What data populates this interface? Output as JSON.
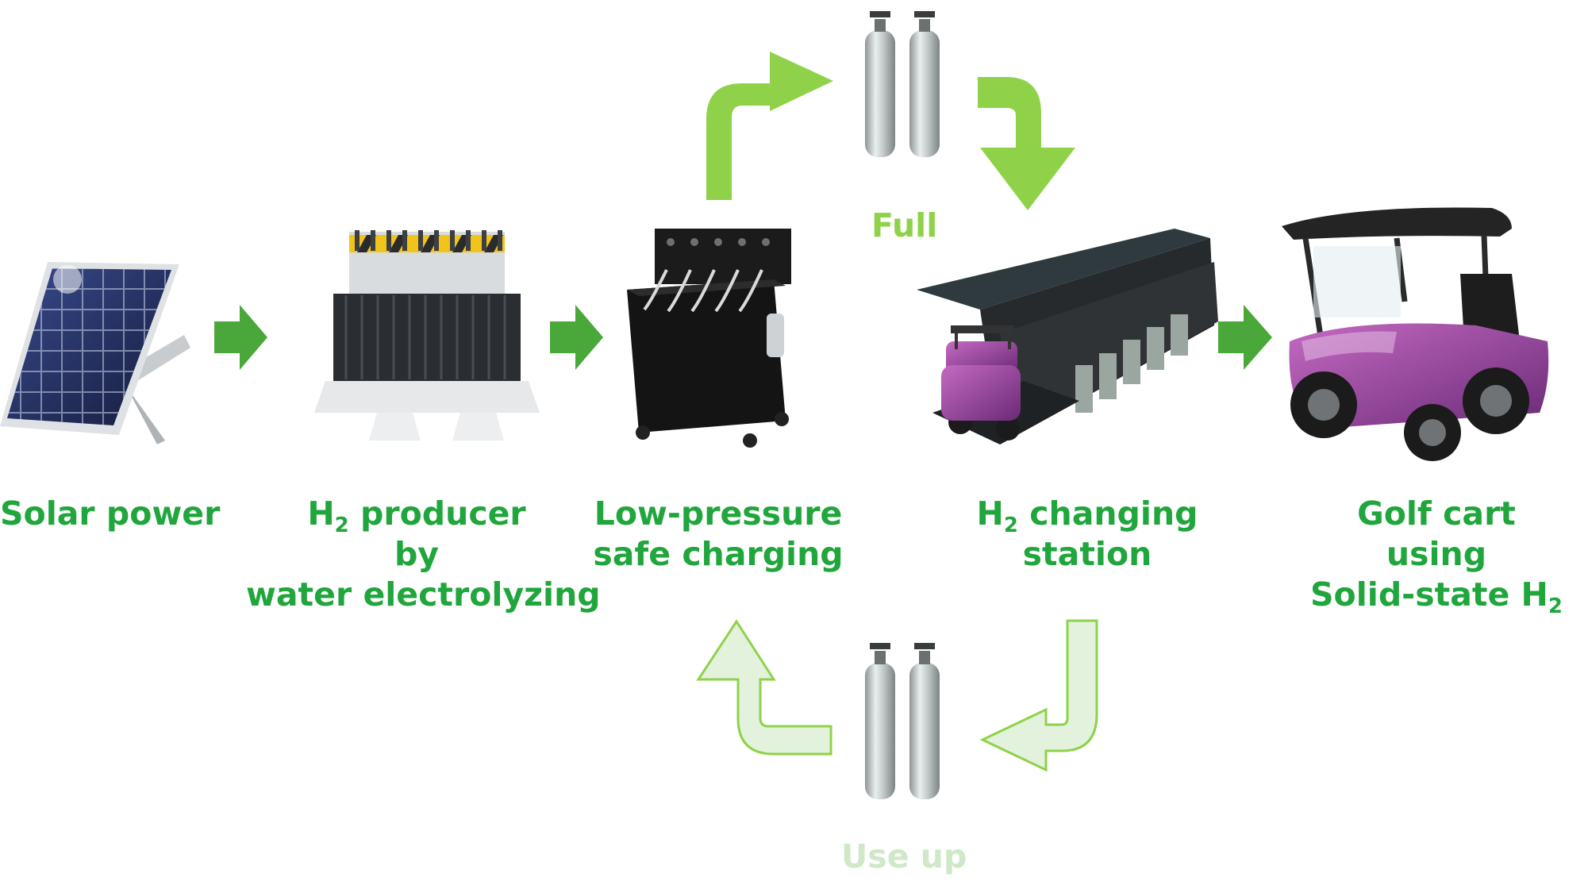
{
  "colors": {
    "label_green": "#20a63c",
    "full_green": "#8fd24a",
    "useup_green": "#cfe8c7",
    "arrow_dark": "#4aa83a",
    "arrow_light": "#8fd24a",
    "arrow_pale": "#e3f2dc",
    "arrow_pale_stroke": "#8fd24a"
  },
  "status": {
    "full": "Full",
    "use_up": "Use up"
  },
  "nodes": {
    "solar": {
      "line1": "Solar power",
      "icon": "solar-panel-icon"
    },
    "producer": {
      "line1_pre": "H",
      "line1_sub": "2",
      "line1_post": " producer",
      "line2": "by",
      "line3": "water electrolyzing",
      "icon": "electrolyzer-icon"
    },
    "charging": {
      "line1": "Low-pressure",
      "line2": "safe charging",
      "icon": "charging-cabinet-icon"
    },
    "station": {
      "line1_pre": "H",
      "line1_sub": "2",
      "line1_post": " changing",
      "line2": "station",
      "icon": "changing-station-icon"
    },
    "cart": {
      "line1": "Golf cart",
      "line2": "using",
      "line3_pre": "Solid-state H",
      "line3_sub": "2",
      "icon": "golf-cart-icon"
    }
  }
}
